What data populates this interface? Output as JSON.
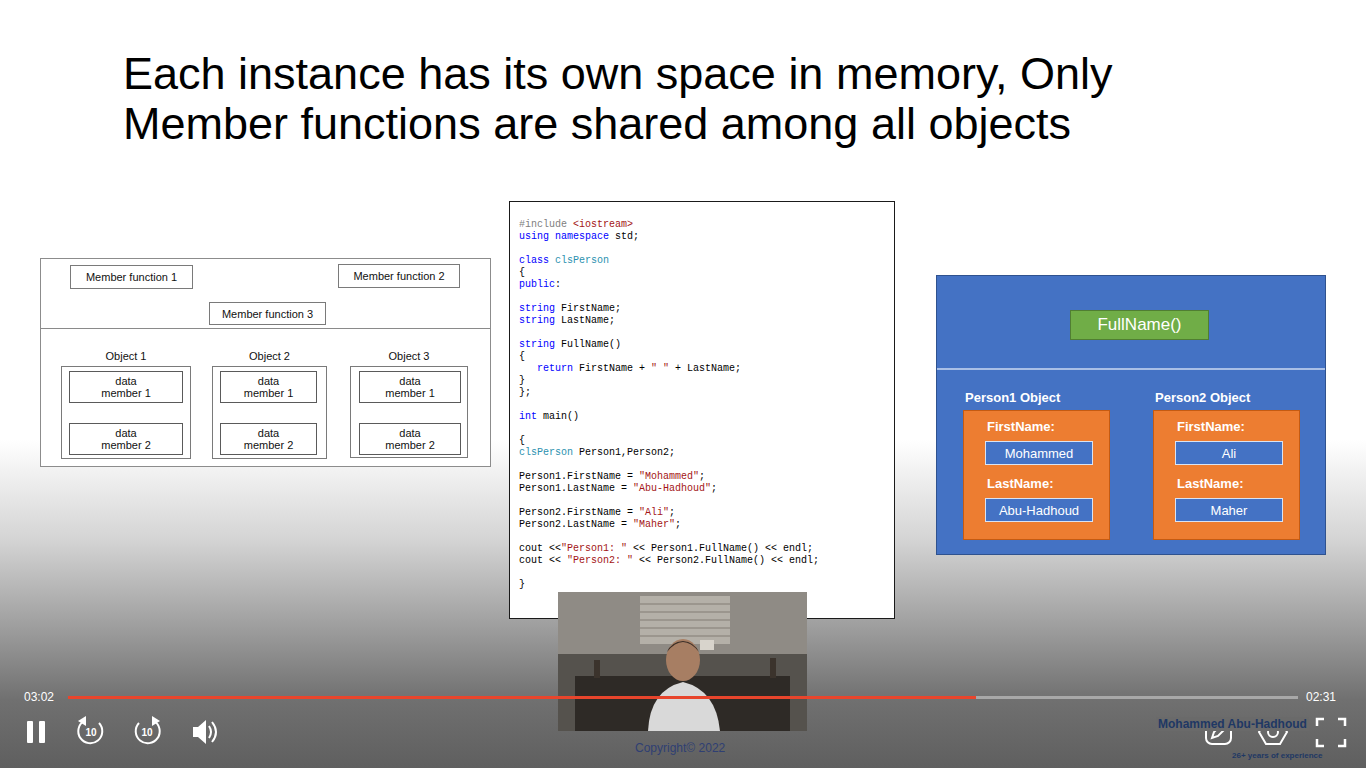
{
  "diagram": {
    "title": "Each instance has its own space in memory, Only Member functions are shared among all objects",
    "nodes": [
      {
        "text": []
      },
      {
        "text": [
          "Member function 1"
        ],
        "in": 0
      },
      {
        "text": [
          "Member function 2"
        ],
        "in": 0
      },
      {
        "text": [
          "Member function 3"
        ],
        "in": 0
      },
      {
        "text": [
          "Object 1"
        ],
        "in": 0
      },
      {
        "text": [
          "data member 1"
        ],
        "in": 4
      },
      {
        "text": [
          "data member 2"
        ],
        "in": 4
      },
      {
        "text": [
          "Object 2"
        ],
        "in": 0
      },
      {
        "text": [
          "data member 1"
        ],
        "in": 7
      },
      {
        "text": [
          "data member 2"
        ],
        "in": 7
      },
      {
        "text": [
          "Object 3"
        ],
        "in": 0
      },
      {
        "text": [
          "data member 1"
        ],
        "in": 10
      },
      {
        "text": [
          "data member 2"
        ],
        "in": 10
      },
      {
        "text": [
          "#include <iostream>",
          "using namespace std;",
          "class clsPerson",
          "{",
          "public:",
          "string FirstName;",
          "string LastName;",
          "string FullName()",
          "{",
          "   return FirstName + \" \" + LastName;",
          "}",
          "};",
          "int main()",
          "{",
          "clsPerson Person1,Person2;",
          "Person1.FirstName = \"Mohammed\";",
          "Person1.LastName = \"Abu-Hadhoud\";",
          "Person2.FirstName = \"Ali\";",
          "Person2.LastName = \"Maher\";",
          "cout <<\"Person1: \" << Person1.FullName() << endl;",
          "cout << \"Person2: \" << Person2.FullName() << endl;",
          "}"
        ]
      },
      {
        "text": []
      },
      {
        "text": [
          "FullName()"
        ],
        "in": 14
      },
      {
        "text": [
          "Person1 Object",
          "FirstName:",
          "LastName:"
        ],
        "in": 14
      },
      {
        "text": [
          "Mohammed"
        ],
        "in": 16
      },
      {
        "text": [
          "Abu-Hadhoud"
        ],
        "in": 16
      },
      {
        "text": [
          "Person2 Object",
          "FirstName:",
          "LastName:"
        ],
        "in": 14
      },
      {
        "text": [
          "Ali"
        ],
        "in": 19
      },
      {
        "text": [
          "Maher"
        ],
        "in": 19
      }
    ],
    "edges": [],
    "labels": [
      "03:02",
      "02:31",
      "10",
      "10",
      "Copyright© 2022",
      "Mohammed Abu-Hadhoud",
      "26+ years of experience"
    ]
  }
}
